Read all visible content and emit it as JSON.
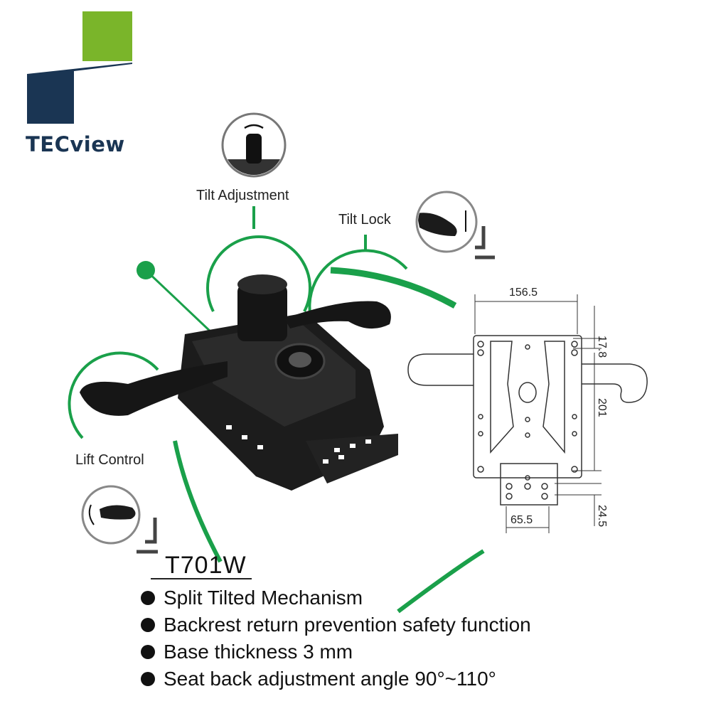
{
  "brand": {
    "name": "TECview",
    "colors": {
      "green": "#7ab52a",
      "navy": "#1a3553",
      "accent": "#1aa04a"
    }
  },
  "callouts": {
    "tilt_adjustment": "Tilt Adjustment",
    "tilt_lock": "Tilt Lock",
    "lift_control": "Lift Control"
  },
  "dimensions": {
    "width_top": "156.5",
    "top_offset": "17.8",
    "height": "201",
    "bottom_width": "65.5",
    "bottom_offset": "24.5"
  },
  "model": "T701W",
  "features": [
    "Split Tilted  Mechanism",
    "Backrest return prevention safety function",
    "Base thickness 3 mm",
    "Seat back adjustment angle 90°~110°"
  ]
}
